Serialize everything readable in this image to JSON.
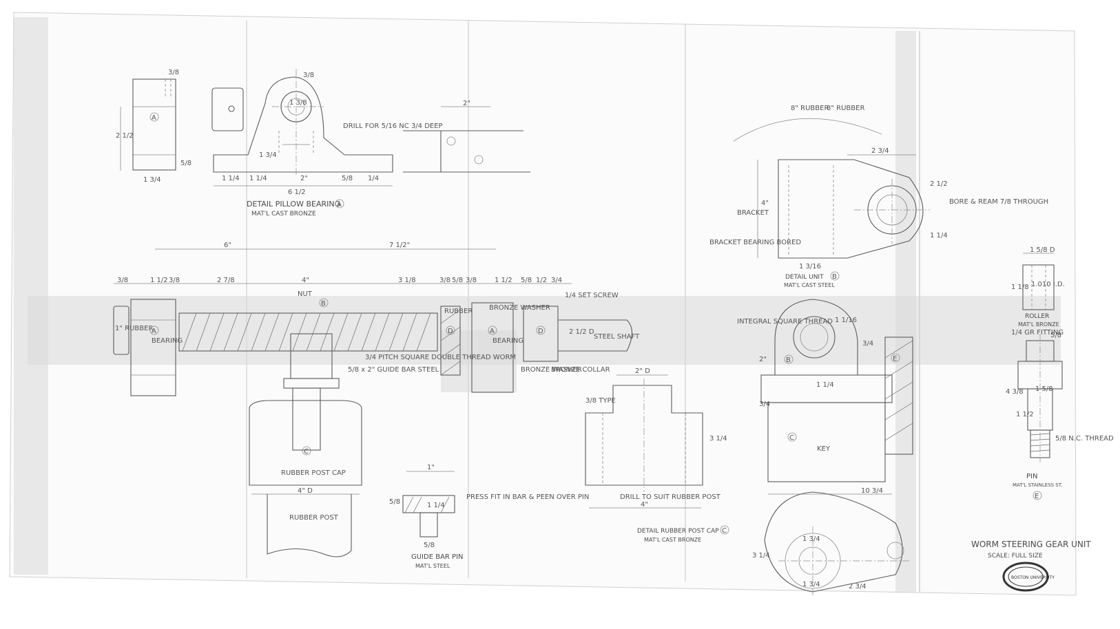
{
  "sheet": {
    "title": "WORM STEERING GEAR UNIT",
    "scale": "SCALE: FULL SIZE",
    "stamp": "BOSTON UNIVERSITY"
  },
  "pillow_bearing": {
    "label_a": "A",
    "caption": "DETAIL PILLOW BEARING",
    "caption_ref": "A",
    "material": "MAT'L CAST BRONZE",
    "drill_note": "DRILL FOR 5/16 NC 3/4 DEEP",
    "dims": {
      "d1": "3/8",
      "d2": "2 1/2",
      "d3": "1 3/4",
      "d4": "5/8",
      "d5": "1 1/4",
      "d6": "5/8",
      "d7": "1 1/4",
      "d8": "2\"",
      "d9": "1/4",
      "d10": "6 1/2",
      "d11": "1 3/4",
      "d12": "2\"",
      "d13": "3/8",
      "d14": "1 3/8"
    }
  },
  "unit_b": {
    "label": "B",
    "caption": "DETAIL UNIT",
    "caption_ref": "B",
    "material": "MAT'L CAST STEEL",
    "bracket_note": "BRACKET",
    "bearing_note": "BRACKET BEARING BORED",
    "bore_note": "BORE & REAM 7/8 THROUGH",
    "top_left": "8\" RUBBER",
    "top_right": "8\" RUBBER",
    "dims": {
      "a": "2 3/4",
      "b": "4\"",
      "c": "1 3/16",
      "d": "2 1/2",
      "e": "1 1/4"
    }
  },
  "assembly": {
    "dims_top": [
      "6\"",
      "7 1/2\""
    ],
    "dims_row": [
      "3/8",
      "1 1/2",
      "3/8",
      "2 7/8",
      "4\"",
      "3 1/8",
      "3/8",
      "5/8",
      "3/8",
      "1 1/2",
      "5/8",
      "1/2",
      "3/4"
    ],
    "labels": {
      "rubber_block": "1\" RUBBER",
      "a1": "A",
      "b1": "B",
      "c1": "C",
      "d1": "D",
      "a2": "A",
      "d2": "D",
      "bearing1": "BEARING",
      "bearing2": "BEARING",
      "rubber": "RUBBER",
      "bronze_washer": "BRONZE WASHER",
      "shaft": "STEEL SHAFT",
      "worm_note": "3/4 PITCH SQUARE DOUBLE THREAD WORM",
      "guide_bar": "5/8 x 2\" GUIDE BAR STEEL",
      "rubber_post_cap": "RUBBER POST CAP",
      "rubber_post": "RUBBER POST",
      "post_dia": "4\" D",
      "collar": "BRONZE COLLAR",
      "washer2": "BRONZE WASHER",
      "nut": "NUT",
      "set_screw": "1/4 SET SCREW",
      "dia1": "2 1/2 D"
    }
  },
  "guide_bar_pin": {
    "caption": "GUIDE BAR PIN",
    "material": "MAT'L STEEL",
    "dim_top": "1\"",
    "dim_side": "5/8",
    "dim_head": "1 1/4",
    "dim_bot": "5/8",
    "note": "PRESS FIT IN BAR & PEEN OVER PIN"
  },
  "rubber_post_cap": {
    "caption": "DETAIL RUBBER POST CAP",
    "caption_ref": "C",
    "material": "MAT'L CAST BRONZE",
    "dim_top": "2\" D",
    "dim_bot": "4\"",
    "dim_left": "3/8 TYPE",
    "dim_height": "3 1/4",
    "drill_note": "DRILL TO SUIT RUBBER POST"
  },
  "section_view": {
    "thread_note": "INTEGRAL SQUARE THREAD",
    "b_label": "B",
    "c_label": "C",
    "e_label": "E",
    "dim_right": "3/4",
    "dim_bottom": "10 3/4",
    "dim_key": "KEY",
    "dims": {
      "a": "1 1/16",
      "b": "2\"",
      "c": "1 1/4",
      "d": "3/4"
    }
  },
  "roller": {
    "caption": "ROLLER",
    "material": "MAT'L BRONZE",
    "dim_top": "1 5/8 D",
    "dim_side": "1 1/8",
    "dim_bore": "1.010 I.D."
  },
  "pin_e": {
    "caption": "PIN",
    "material": "MAT'L STAINLESS ST.",
    "ref": "E",
    "thread_note": "5/8 N.C. THREAD",
    "fitting_note": "1/4 GR FITTING",
    "dims": {
      "a": "5/8",
      "b": "4 3/8",
      "c": "1 5/8",
      "d": "1 1/2"
    }
  },
  "bottom_view": {
    "dims": {
      "r1": "1 3/4",
      "r2": "1 3/4",
      "w": "2 3/4",
      "h": "3 1/4"
    }
  }
}
